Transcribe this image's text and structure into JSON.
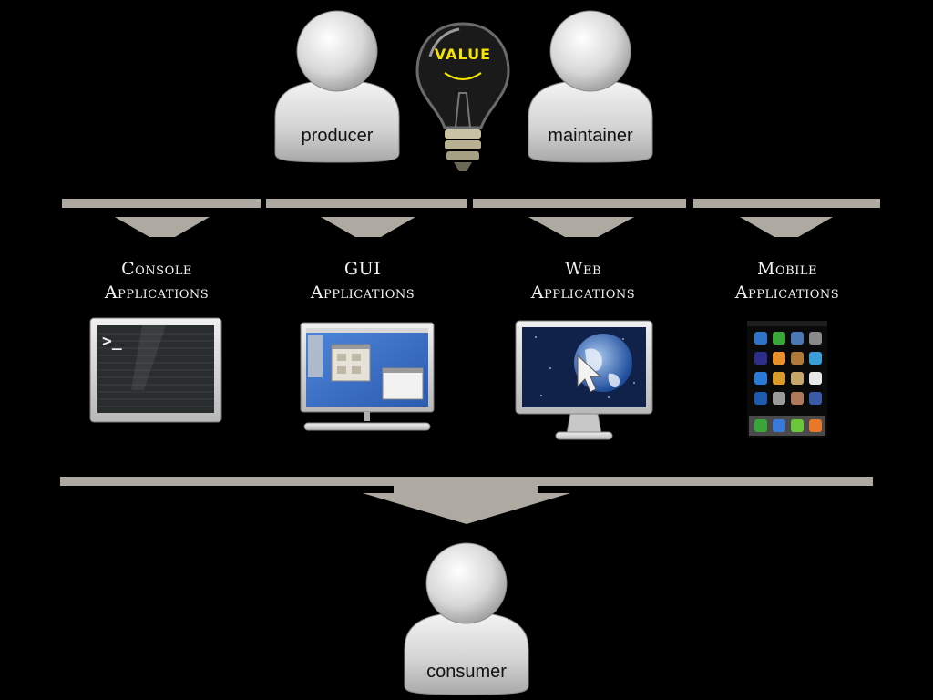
{
  "roles": {
    "producer": "producer",
    "maintainer": "maintainer",
    "consumer": "consumer"
  },
  "bulb": {
    "label": "VALUE"
  },
  "categories": [
    {
      "line1": "Console",
      "line2": "Applications",
      "icon": "terminal-icon"
    },
    {
      "line1": "GUI",
      "line2": "Applications",
      "icon": "desktop-gui-icon"
    },
    {
      "line1": "Web",
      "line2": "Applications",
      "icon": "web-globe-monitor-icon"
    },
    {
      "line1": "Mobile",
      "line2": "Applications",
      "icon": "smartphone-icon"
    }
  ],
  "colors": {
    "background": "#000000",
    "arrow": "#aeaaa1",
    "bulb_text": "#f5e400",
    "label_text": "#f2f2f2"
  }
}
